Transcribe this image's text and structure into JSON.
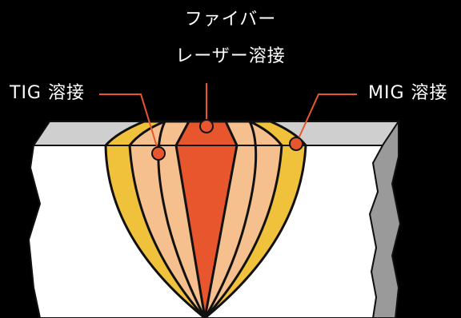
{
  "labels": {
    "fiber_laser_line1": "ファイバー",
    "fiber_laser_line2": "レーザー溶接",
    "tig": "TIG 溶接",
    "mig": "MIG 溶接"
  },
  "colors": {
    "background": "#000000",
    "metal_top": "#cfcfcf",
    "metal_face": "#ffffff",
    "metal_side": "#9a9a9a",
    "mig_zone": "#f0c23c",
    "tig_zone": "#f6c08e",
    "laser_zone": "#e8562e",
    "leader_line": "#e8562e",
    "outline": "#111111"
  }
}
